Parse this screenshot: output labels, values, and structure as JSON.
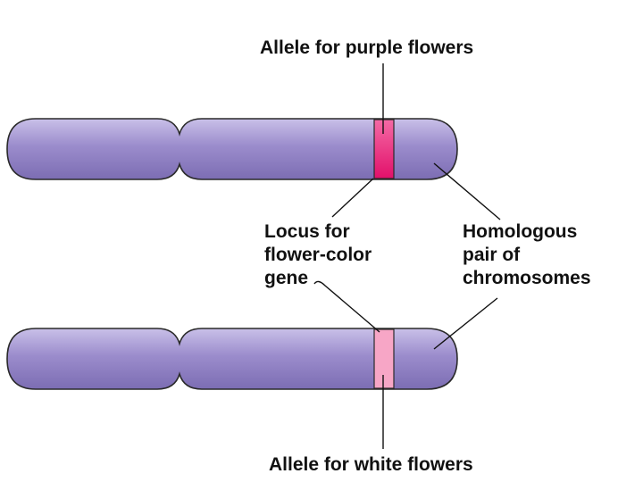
{
  "labels": {
    "allele_purple": "Allele for purple flowers",
    "allele_white": "Allele for white flowers",
    "locus": [
      "Locus for",
      "flower-color",
      "gene"
    ],
    "homologous": [
      "Homologous",
      "pair of",
      "chromosomes"
    ]
  },
  "colors": {
    "chromosome_fill": "#9b8ccc",
    "chromosome_shade": "#7c6db3",
    "chromosome_highlight": "#c9c0e8",
    "outline": "#2a2a2a",
    "purple_allele_band": "#e2106a",
    "white_allele_band": "#f7a6c6"
  }
}
